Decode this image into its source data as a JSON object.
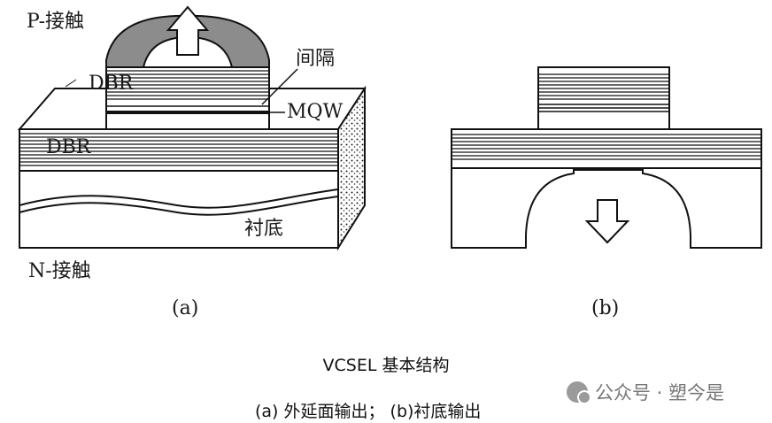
{
  "figure_a": {
    "labels": {
      "p_contact": "P-接触",
      "dbr_top": "DBR",
      "spacer": "间隔",
      "mqw": "MQW",
      "dbr_bottom": "DBR",
      "substrate": "衬底",
      "n_contact": "N-接触"
    },
    "panel_label": "(a)"
  },
  "figure_b": {
    "panel_label": "(b)"
  },
  "caption": {
    "title": "VCSEL  基本结构",
    "subtitle": "(a) 外延面输出；  (b)衬底输出"
  },
  "watermark": {
    "text": "公众号 · 塑今是",
    "icon": "wechat-icon"
  }
}
